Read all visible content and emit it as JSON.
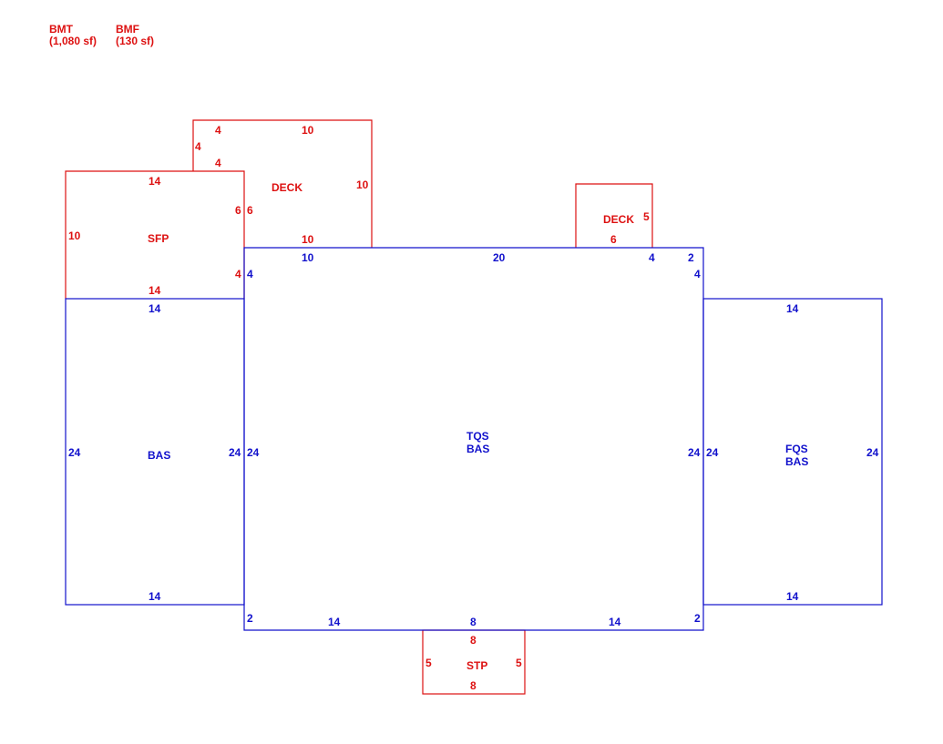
{
  "legend": {
    "bmt_code": "BMT",
    "bmt_area": "(1,080 sf)",
    "bmf_code": "BMF",
    "bmf_area": "(130 sf)"
  },
  "colors": {
    "red": "#dd1111",
    "blue": "#1111cc"
  },
  "areas": {
    "deck_top": {
      "label": "DECK",
      "dims": {
        "top_left_a": "4",
        "top": "10",
        "left_step": "4",
        "top_left_b": "4",
        "right": "10",
        "left": "6",
        "bottom": "10"
      }
    },
    "sfp": {
      "label": "SFP",
      "dims": {
        "top": "14",
        "left": "10",
        "right_a": "6",
        "right_b": "4",
        "bottom": "14"
      }
    },
    "deck_right": {
      "label": "DECK",
      "dims": {
        "right": "5",
        "bottom": "6"
      }
    },
    "bas_left": {
      "label": "BAS",
      "dims": {
        "top": "14",
        "left": "24",
        "right": "24",
        "bottom": "14"
      }
    },
    "tqs_bas": {
      "label_line1": "TQS",
      "label_line2": "BAS",
      "dims": {
        "top_left": "10",
        "top_mid": "20",
        "top_right": "4",
        "notch_top": "2",
        "notch_right": "4",
        "left_top": "4",
        "left": "24",
        "right": "24",
        "bottom_left_notch": "2",
        "bottom_left": "14",
        "bottom_mid": "8",
        "bottom_right": "14",
        "bottom_right_notch": "2"
      }
    },
    "fqs_bas": {
      "label_line1": "FQS",
      "label_line2": "BAS",
      "dims": {
        "top": "14",
        "left": "24",
        "right": "24",
        "bottom": "14"
      }
    },
    "stp": {
      "label": "STP",
      "dims": {
        "top": "8",
        "left": "5",
        "right": "5",
        "bottom": "8"
      }
    }
  }
}
